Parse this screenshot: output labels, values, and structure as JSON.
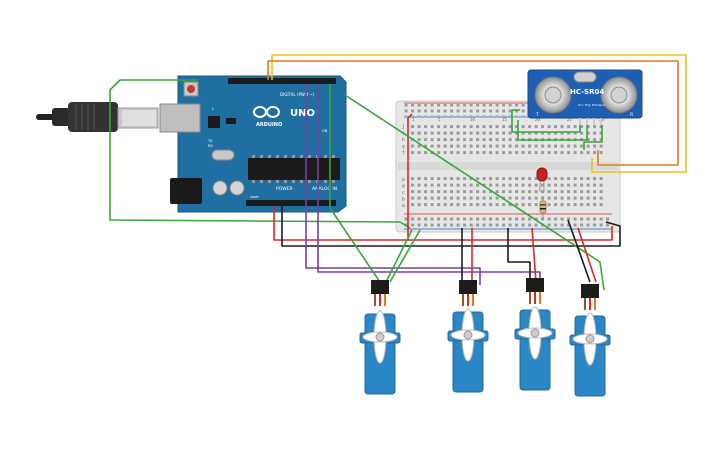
{
  "arduino": {
    "brand_label": "ARDUINO",
    "model_label": "UNO",
    "digital_label": "DIGITAL (PWM ~)",
    "power_label": "POWER",
    "analog_label": "ANALOG IN",
    "tx_label": "TX",
    "rx_label": "RX",
    "l_label": "L",
    "on_label": "ON",
    "ioref_label": "IOREF"
  },
  "sensor": {
    "model_label": "HC-SR04",
    "pin_labels": [
      "Vcc",
      "Trig",
      "Echo",
      "Gnd"
    ],
    "left_mark": "T",
    "right_mark": "R"
  },
  "breadboard": {
    "row_letters_top": [
      "j",
      "i",
      "h",
      "g",
      "f"
    ],
    "row_letters_bottom": [
      "e",
      "d",
      "c",
      "b",
      "a"
    ],
    "column_numbers": [
      "1",
      "5",
      "10",
      "15",
      "20",
      "25",
      "30"
    ]
  },
  "servos": [
    {
      "id": "servo-1"
    },
    {
      "id": "servo-2"
    },
    {
      "id": "servo-3"
    },
    {
      "id": "servo-4"
    }
  ],
  "colors": {
    "board_blue": "#1f6fa3",
    "wire_green": "#3aa639",
    "wire_purple": "#7b3fa0",
    "wire_red": "#d42a2a",
    "wire_black": "#1c1c1c",
    "wire_yellow": "#e8c31c",
    "wire_orange": "#e07a1a",
    "servo_blue": "#2b87c6",
    "led_red": "#c8201d"
  }
}
